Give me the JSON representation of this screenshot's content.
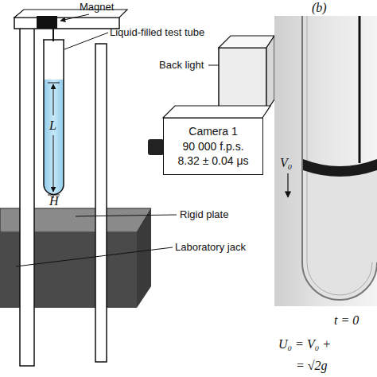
{
  "diagram": {
    "nodes": [
      {
        "text": [
          "Camera 1",
          "90 000 f.p.s.",
          "8.32 ± 0.04 μs"
        ]
      }
    ],
    "labels": [
      "Magnet",
      "Liquid-filled test tube",
      "Back light",
      "L",
      "H",
      "Rigid plate",
      "Laboratory jack",
      "(b)",
      "V₀",
      "t = 0",
      "U₀ = V₀ +",
      "= √2g"
    ]
  }
}
